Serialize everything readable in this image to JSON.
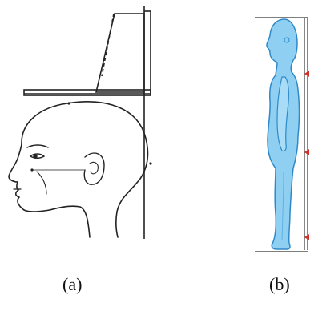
{
  "figure": {
    "panels": [
      {
        "id": "a",
        "label": "(a)",
        "depiction": "head-side-profile-with-headboard"
      },
      {
        "id": "b",
        "label": "(b)",
        "depiction": "standing-body-profile-with-height-scale"
      }
    ]
  },
  "colors": {
    "line_art": "#222222",
    "body_fill": "#8fd0f2",
    "body_stroke": "#2e89c9",
    "marker": "#d0312d",
    "scale": "#555555"
  }
}
